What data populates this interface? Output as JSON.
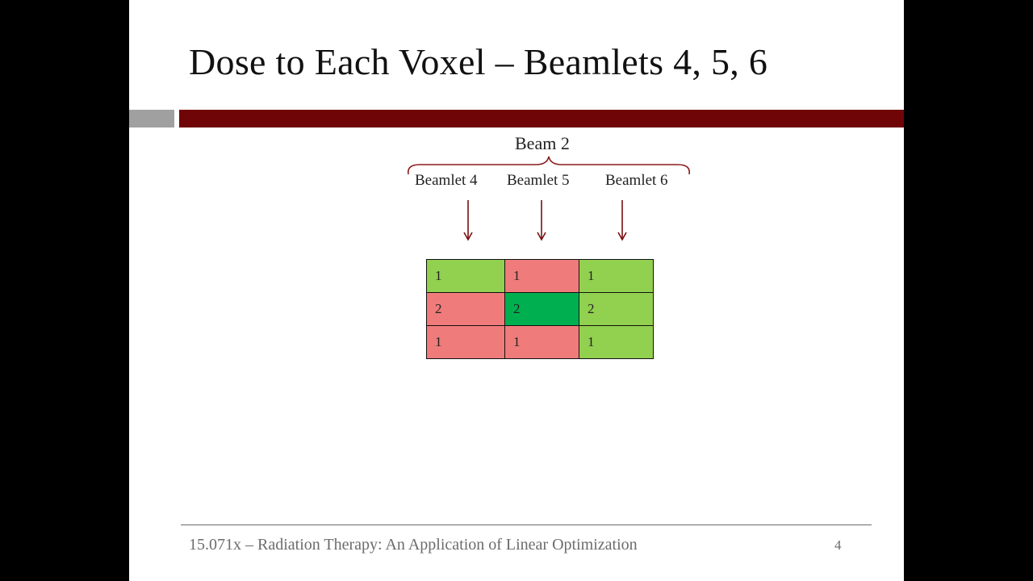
{
  "slide": {
    "title": "Dose to Each Voxel – Beamlets 4, 5, 6",
    "beam_label": "Beam 2",
    "beamlets": [
      "Beamlet 4",
      "Beamlet 5",
      "Beamlet 6"
    ],
    "grid": [
      [
        {
          "value": "1",
          "color": "light-green"
        },
        {
          "value": "1",
          "color": "red"
        },
        {
          "value": "1",
          "color": "light-green"
        }
      ],
      [
        {
          "value": "2",
          "color": "red"
        },
        {
          "value": "2",
          "color": "dark-green"
        },
        {
          "value": "2",
          "color": "light-green"
        }
      ],
      [
        {
          "value": "1",
          "color": "red"
        },
        {
          "value": "1",
          "color": "red"
        },
        {
          "value": "1",
          "color": "light-green"
        }
      ]
    ],
    "footer": "15.071x – Radiation Therapy: An Application of Linear Optimization",
    "page_number": "4"
  },
  "colors": {
    "accent_bar": "#700508",
    "light_green": "#92d050",
    "dark_green": "#00b050",
    "red": "#f07b7b"
  }
}
